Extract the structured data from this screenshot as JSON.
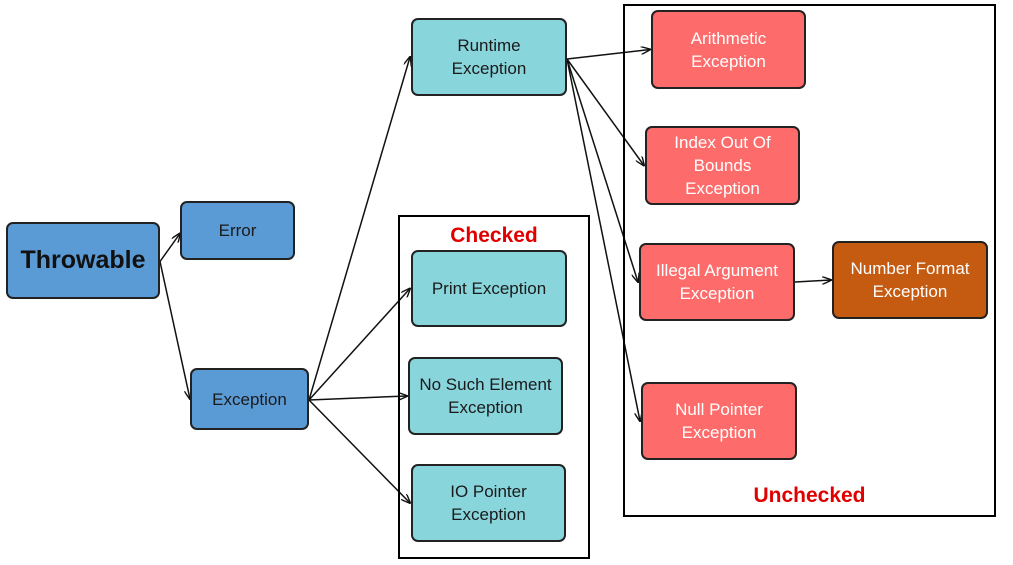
{
  "colors": {
    "base": "#5b9bd5",
    "checked": "#88d5dc",
    "unchecked": "#fe6b6b",
    "subclass": "#c55a11",
    "group_label": "#e00000"
  },
  "groups": {
    "checked": {
      "label": "Checked"
    },
    "unchecked": {
      "label": "Unchecked"
    }
  },
  "nodes": {
    "throwable": "Throwable",
    "error": "Error",
    "exception": "Exception",
    "runtime": "Runtime\nException",
    "print": "Print Exception",
    "nosuch": "No Such Element\nException",
    "io": "IO Pointer\nException",
    "arith": "Arithmetic\nException",
    "index": "Index Out Of\nBounds\nException",
    "illegal": "Illegal Argument\nException",
    "numfmt": "Number Format\nException",
    "nullptr": "Null Pointer\nException"
  },
  "edges": [
    [
      "throwable",
      "error"
    ],
    [
      "throwable",
      "exception"
    ],
    [
      "exception",
      "runtime"
    ],
    [
      "exception",
      "print"
    ],
    [
      "exception",
      "nosuch"
    ],
    [
      "exception",
      "io"
    ],
    [
      "runtime",
      "arith"
    ],
    [
      "runtime",
      "index"
    ],
    [
      "runtime",
      "illegal"
    ],
    [
      "runtime",
      "nullptr"
    ],
    [
      "illegal",
      "numfmt"
    ]
  ]
}
